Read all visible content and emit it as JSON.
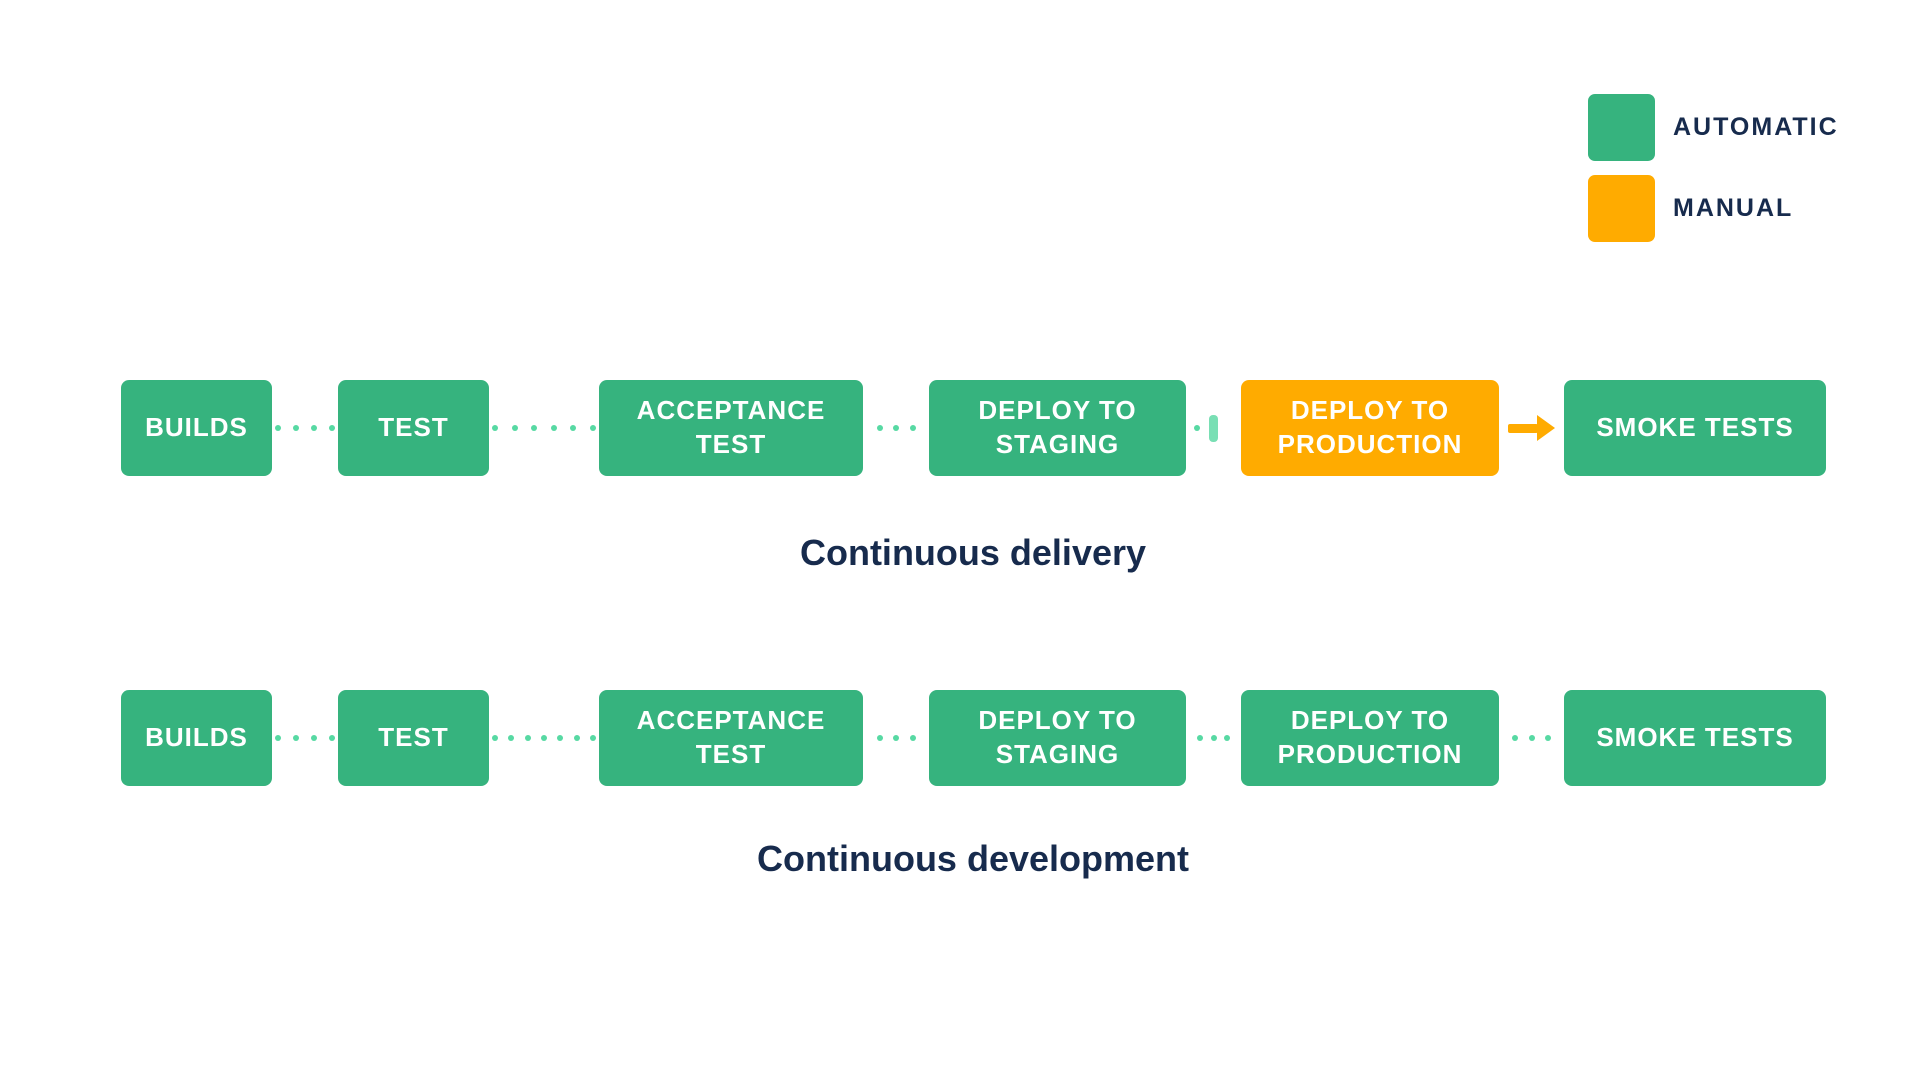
{
  "colors": {
    "automatic": "#36B37E",
    "manual": "#FFAB00",
    "dot": "#57D9A3",
    "pause_bar": "#79DFB4",
    "navy": "#172B4D",
    "box_text": "#FFFFFF"
  },
  "legend": {
    "items": [
      {
        "label": "AUTOMATIC",
        "mode": "automatic"
      },
      {
        "label": "MANUAL",
        "mode": "manual"
      }
    ]
  },
  "pipelines": [
    {
      "caption": "Continuous delivery",
      "steps": [
        {
          "label": "BUILDS",
          "mode": "automatic"
        },
        {
          "label": "TEST",
          "mode": "automatic"
        },
        {
          "label": "ACCEPTANCE TEST",
          "mode": "automatic"
        },
        {
          "label": "DEPLOY TO STAGING",
          "mode": "automatic"
        },
        {
          "label": "DEPLOY TO PRODUCTION",
          "mode": "manual"
        },
        {
          "label": "SMOKE TESTS",
          "mode": "automatic"
        }
      ],
      "connectors": [
        "dotted",
        "dotted",
        "dotted",
        "pause",
        "arrow"
      ]
    },
    {
      "caption": "Continuous development",
      "steps": [
        {
          "label": "BUILDS",
          "mode": "automatic"
        },
        {
          "label": "TEST",
          "mode": "automatic"
        },
        {
          "label": "ACCEPTANCE TEST",
          "mode": "automatic"
        },
        {
          "label": "DEPLOY TO STAGING",
          "mode": "automatic"
        },
        {
          "label": "DEPLOY TO PRODUCTION",
          "mode": "automatic"
        },
        {
          "label": "SMOKE TESTS",
          "mode": "automatic"
        }
      ],
      "connectors": [
        "dotted",
        "dotted",
        "dotted",
        "dotted",
        "dotted"
      ]
    }
  ]
}
